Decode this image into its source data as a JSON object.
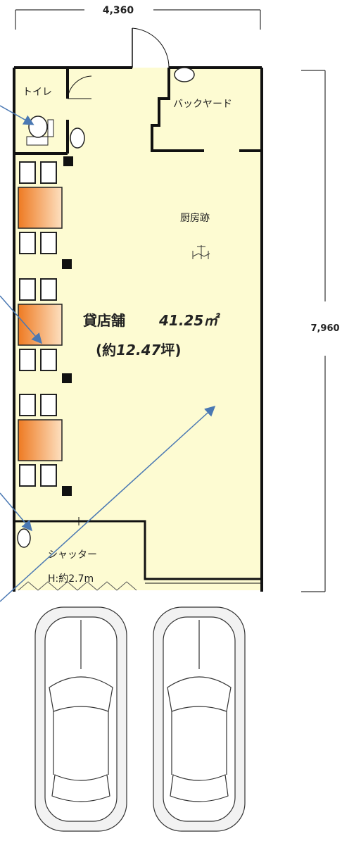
{
  "dimensions": {
    "width_label": "4,360",
    "depth_label": "7,960"
  },
  "rooms": {
    "toilet": "トイレ",
    "backyard": "バックヤード",
    "kitchen": "厨房跡",
    "shutter": "シャッター",
    "shutter_height": "H:約2.7m"
  },
  "store": {
    "name": "貸店舗",
    "area": "41.25㎡",
    "tsubo_prefix": "(約",
    "tsubo_value": "12.47",
    "tsubo_suffix": "坪)"
  },
  "colors": {
    "floor": "#fdfbd2",
    "wall": "#111111",
    "table_fill": "#f07f2a",
    "arrow": "#4a78b3"
  }
}
